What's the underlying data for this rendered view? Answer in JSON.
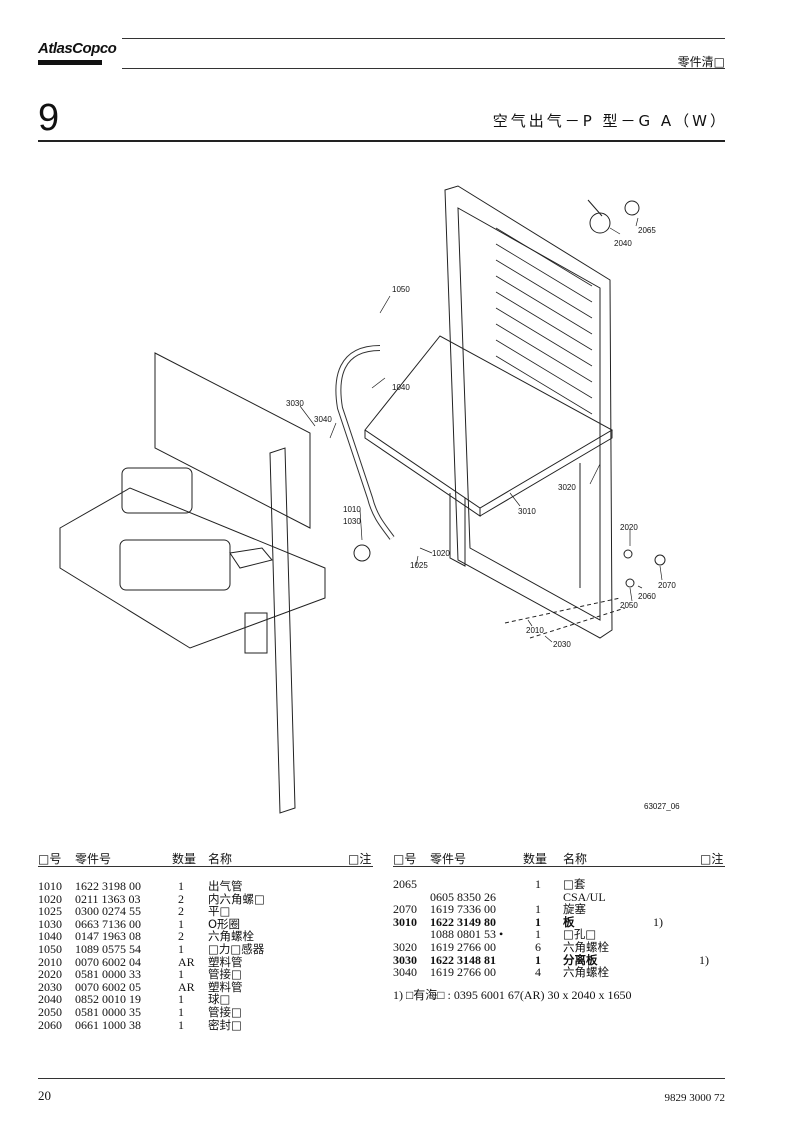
{
  "header": {
    "logo_text": "AtlasCopco",
    "doc_type": "零件清□",
    "chapter": "9",
    "section_title": "空气出气－P 型－G A（W）"
  },
  "figure": {
    "number": "63027_06",
    "callouts": [
      "1050",
      "1040",
      "3030",
      "3040",
      "1010",
      "1030",
      "1020",
      "1025",
      "2040",
      "2065",
      "3020",
      "3010",
      "2020",
      "2070",
      "2060",
      "2050",
      "2010",
      "2030"
    ]
  },
  "columns": {
    "pos": "□号",
    "part": "零件号",
    "qty": "数量",
    "name": "名称",
    "note": "□注"
  },
  "left_rows": [
    {
      "pos": "1010",
      "part": "1622 3198 00",
      "qty": "1",
      "name": "出气管",
      "note": ""
    },
    {
      "pos": "1020",
      "part": "0211 1363 03",
      "qty": "2",
      "name": "内六角螺□",
      "note": ""
    },
    {
      "pos": "1025",
      "part": "0300 0274 55",
      "qty": "2",
      "name": "平□",
      "note": ""
    },
    {
      "pos": "1030",
      "part": "0663 7136 00",
      "qty": "1",
      "name": "O形圈",
      "note": ""
    },
    {
      "pos": "1040",
      "part": "0147 1963 08",
      "qty": "2",
      "name": "六角螺栓",
      "note": ""
    },
    {
      "pos": "1050",
      "part": "1089 0575 54",
      "qty": "1",
      "name": "□力□感器",
      "note": ""
    },
    {
      "pos": "2010",
      "part": "0070 6002 04",
      "qty": "AR",
      "name": "塑料管",
      "note": ""
    },
    {
      "pos": "2020",
      "part": "0581 0000 33",
      "qty": "1",
      "name": "管接□",
      "note": ""
    },
    {
      "pos": "2030",
      "part": "0070 6002 05",
      "qty": "AR",
      "name": "塑料管",
      "note": ""
    },
    {
      "pos": "2040",
      "part": "0852 0010 19",
      "qty": "1",
      "name": "球□",
      "note": ""
    },
    {
      "pos": "2050",
      "part": "0581 0000 35",
      "qty": "1",
      "name": "管接□",
      "note": ""
    },
    {
      "pos": "2060",
      "part": "0661 1000 38",
      "qty": "1",
      "name": "密封□",
      "note": ""
    }
  ],
  "right_rows": [
    {
      "pos": "2065",
      "part": "",
      "qty": "1",
      "name": "□套",
      "note": "",
      "bold": false
    },
    {
      "pos": "",
      "part": "0605 8350 26",
      "qty": "",
      "name": "CSA/UL",
      "note": "",
      "bold": false
    },
    {
      "pos": "2070",
      "part": "1619 7336 00",
      "qty": "1",
      "name": "旋塞",
      "note": "",
      "bold": false
    },
    {
      "pos": "3010",
      "part": "1622 3149 80",
      "qty": "1",
      "name": "板",
      "note": "1)",
      "bold": true
    },
    {
      "pos": "",
      "part": "1088 0801 53 •",
      "qty": "1",
      "name": "□孔□",
      "note": "",
      "bold": false
    },
    {
      "pos": "3020",
      "part": "1619 2766 00",
      "qty": "6",
      "name": "六角螺栓",
      "note": "",
      "bold": false
    },
    {
      "pos": "3030",
      "part": "1622 3148 81",
      "qty": "1",
      "name": "分离板",
      "note": "1)",
      "bold": true
    },
    {
      "pos": "3040",
      "part": "1619 2766 00",
      "qty": "4",
      "name": "六角螺栓",
      "note": "",
      "bold": false
    }
  ],
  "footnote": "1) □有海□ : 0395 6001 67(AR) 30 x 2040 x 1650",
  "footer": {
    "page": "20",
    "doc_number": "9829 3000 72"
  }
}
